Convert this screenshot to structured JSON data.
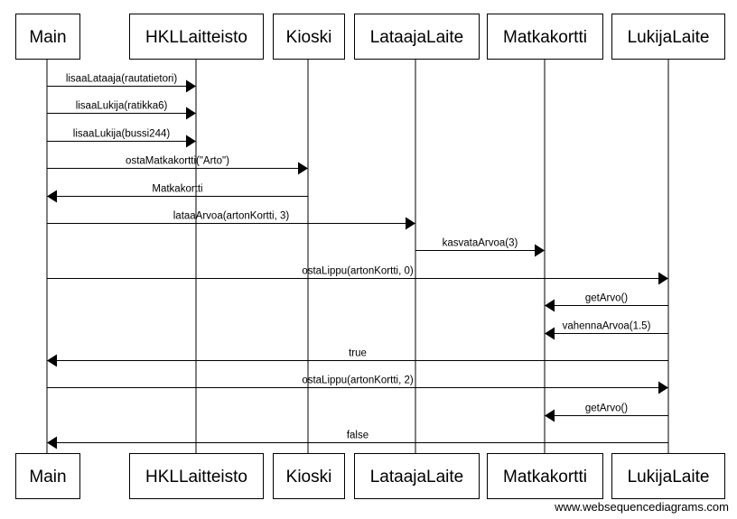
{
  "diagram": {
    "type": "sequence",
    "participants": [
      "Main",
      "HKLLaitteisto",
      "Kioski",
      "LataajaLaite",
      "Matkakortti",
      "LukijaLaite"
    ],
    "messages": [
      {
        "from": "Main",
        "to": "HKLLaitteisto",
        "label": "lisaaLataaja(rautatietori)"
      },
      {
        "from": "Main",
        "to": "HKLLaitteisto",
        "label": "lisaaLukija(ratikka6)"
      },
      {
        "from": "Main",
        "to": "HKLLaitteisto",
        "label": "lisaaLukija(bussi244)"
      },
      {
        "from": "Main",
        "to": "Kioski",
        "label": "ostaMatkakortti(\"Arto\")"
      },
      {
        "from": "Kioski",
        "to": "Main",
        "label": "Matkakortti"
      },
      {
        "from": "Main",
        "to": "LataajaLaite",
        "label": "lataaArvoa(artonKortti, 3)"
      },
      {
        "from": "LataajaLaite",
        "to": "Matkakortti",
        "label": "kasvataArvoa(3)"
      },
      {
        "from": "Main",
        "to": "LukijaLaite",
        "label": "ostaLippu(artonKortti, 0)"
      },
      {
        "from": "LukijaLaite",
        "to": "Matkakortti",
        "label": "getArvo()"
      },
      {
        "from": "LukijaLaite",
        "to": "Matkakortti",
        "label": "vahennaArvoa(1.5)"
      },
      {
        "from": "LukijaLaite",
        "to": "Main",
        "label": "true"
      },
      {
        "from": "Main",
        "to": "LukijaLaite",
        "label": "ostaLippu(artonKortti, 2)"
      },
      {
        "from": "LukijaLaite",
        "to": "Matkakortti",
        "label": "getArvo()"
      },
      {
        "from": "LukijaLaite",
        "to": "Main",
        "label": "false"
      }
    ]
  },
  "watermark": "www.websequencediagrams.com"
}
